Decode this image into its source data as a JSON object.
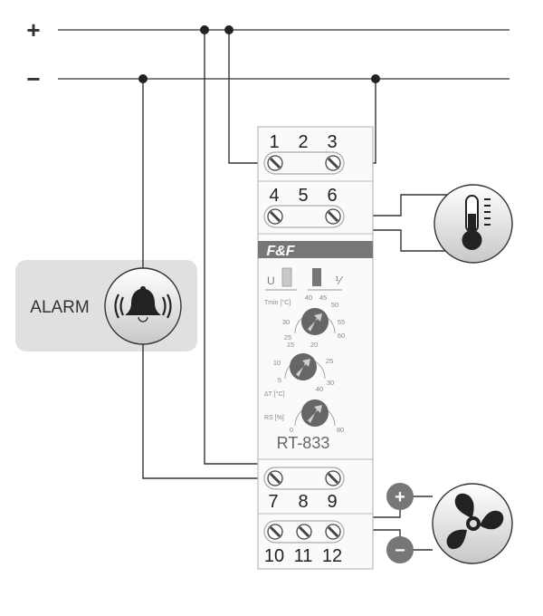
{
  "rails": {
    "plus_label": "+",
    "minus_label": "−"
  },
  "device": {
    "brand": "F&F",
    "model": "RT-833",
    "u_label": "U",
    "relay_label": "⅟",
    "terminals_top1": [
      "1",
      "2",
      "3"
    ],
    "terminals_top2": [
      "4",
      "5",
      "6"
    ],
    "terminals_bot1": [
      "7",
      "8",
      "9"
    ],
    "terminals_bot2": [
      "10",
      "11",
      "12"
    ],
    "knobs": [
      {
        "label": "Tmin [°C]",
        "ticks": [
          "25",
          "30",
          "40",
          "45",
          "50",
          "55",
          "60"
        ]
      },
      {
        "label": "ΔT [°C]",
        "ticks": [
          "5",
          "10",
          "15",
          "20",
          "25",
          "30"
        ]
      },
      {
        "label": "RS [%]",
        "ticks": [
          "0",
          "40",
          "80"
        ]
      }
    ]
  },
  "alarm": {
    "label": "ALARM",
    "icon": "bell-icon"
  },
  "sensor": {
    "icon": "thermometer-icon"
  },
  "fan": {
    "icon": "fan-icon",
    "plus_label": "+",
    "minus_label": "−"
  }
}
